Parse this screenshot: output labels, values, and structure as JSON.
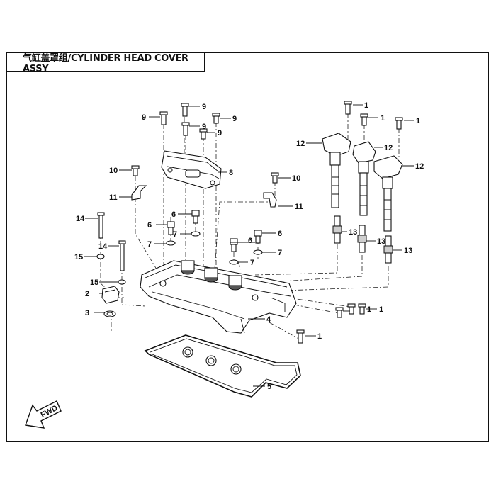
{
  "title": "气缸盖罩组/CYLINDER HEAD COVER ASSY",
  "fwd_label": "FWD",
  "callouts": [
    {
      "id": "c1a",
      "label": "1"
    },
    {
      "id": "c1b",
      "label": "1"
    },
    {
      "id": "c1c",
      "label": "1"
    },
    {
      "id": "c1d",
      "label": "1"
    },
    {
      "id": "c1e",
      "label": "1"
    },
    {
      "id": "c1f",
      "label": "1"
    },
    {
      "id": "c2",
      "label": "2"
    },
    {
      "id": "c3",
      "label": "3"
    },
    {
      "id": "c4",
      "label": "4"
    },
    {
      "id": "c5",
      "label": "5"
    },
    {
      "id": "c6a",
      "label": "6"
    },
    {
      "id": "c6b",
      "label": "6"
    },
    {
      "id": "c6c",
      "label": "6"
    },
    {
      "id": "c6d",
      "label": "6"
    },
    {
      "id": "c7a",
      "label": "7"
    },
    {
      "id": "c7b",
      "label": "7"
    },
    {
      "id": "c7c",
      "label": "7"
    },
    {
      "id": "c7d",
      "label": "7"
    },
    {
      "id": "c8",
      "label": "8"
    },
    {
      "id": "c9a",
      "label": "9"
    },
    {
      "id": "c9b",
      "label": "9"
    },
    {
      "id": "c9c",
      "label": "9"
    },
    {
      "id": "c9d",
      "label": "9"
    },
    {
      "id": "c9e",
      "label": "9"
    },
    {
      "id": "c10a",
      "label": "10"
    },
    {
      "id": "c10b",
      "label": "10"
    },
    {
      "id": "c11a",
      "label": "11"
    },
    {
      "id": "c11b",
      "label": "11"
    },
    {
      "id": "c12a",
      "label": "12"
    },
    {
      "id": "c12b",
      "label": "12"
    },
    {
      "id": "c12c",
      "label": "12"
    },
    {
      "id": "c13a",
      "label": "13"
    },
    {
      "id": "c13b",
      "label": "13"
    },
    {
      "id": "c13c",
      "label": "13"
    },
    {
      "id": "c14a",
      "label": "14"
    },
    {
      "id": "c14b",
      "label": "14"
    },
    {
      "id": "c15a",
      "label": "15"
    },
    {
      "id": "c15b",
      "label": "15"
    }
  ]
}
